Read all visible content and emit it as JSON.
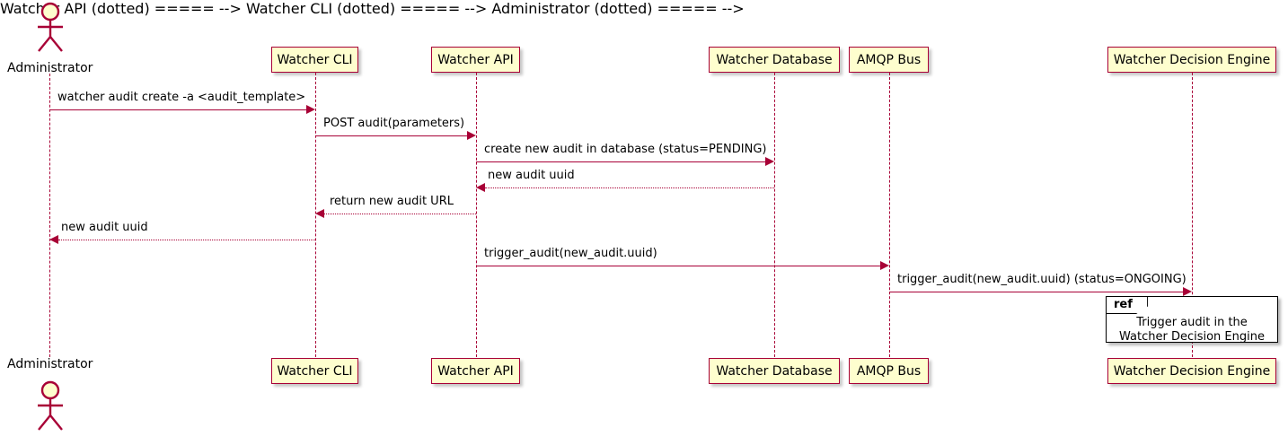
{
  "diagram": {
    "type": "sequence-diagram",
    "colors": {
      "participant_fill": "#FEFECE",
      "participant_border": "#A80036",
      "arrow": "#A80036",
      "text": "#000000",
      "background": "#FFFFFF",
      "ref_border": "#000000",
      "ref_fill": "#FFFFFF"
    },
    "actor": {
      "name": "Administrator",
      "label_top": "Administrator",
      "label_bottom": "Administrator"
    },
    "participants": [
      {
        "id": "cli",
        "label": "Watcher CLI"
      },
      {
        "id": "api",
        "label": "Watcher API"
      },
      {
        "id": "db",
        "label": "Watcher Database"
      },
      {
        "id": "amqp",
        "label": "AMQP Bus"
      },
      {
        "id": "engine",
        "label": "Watcher Decision Engine"
      }
    ],
    "messages": [
      {
        "from": "actor",
        "to": "cli",
        "label": "watcher audit create -a <audit_template>",
        "style": "solid",
        "direction": "right"
      },
      {
        "from": "cli",
        "to": "api",
        "label": "POST audit(parameters)",
        "style": "solid",
        "direction": "right"
      },
      {
        "from": "api",
        "to": "db",
        "label": "create new audit in database (status=PENDING)",
        "style": "solid",
        "direction": "right"
      },
      {
        "from": "db",
        "to": "api",
        "label": "new audit uuid",
        "style": "dotted",
        "direction": "left"
      },
      {
        "from": "api",
        "to": "cli",
        "label": "return new audit URL",
        "style": "dotted",
        "direction": "left"
      },
      {
        "from": "cli",
        "to": "actor",
        "label": "new audit uuid",
        "style": "dotted",
        "direction": "left"
      },
      {
        "from": "api",
        "to": "amqp",
        "label": "trigger_audit(new_audit.uuid)",
        "style": "solid",
        "direction": "right"
      },
      {
        "from": "amqp",
        "to": "engine",
        "label": "trigger_audit(new_audit.uuid) (status=ONGOING)",
        "style": "solid",
        "direction": "right"
      }
    ],
    "ref": {
      "keyword": "ref",
      "line1": "Trigger audit in the",
      "line2": "Watcher Decision Engine"
    }
  }
}
